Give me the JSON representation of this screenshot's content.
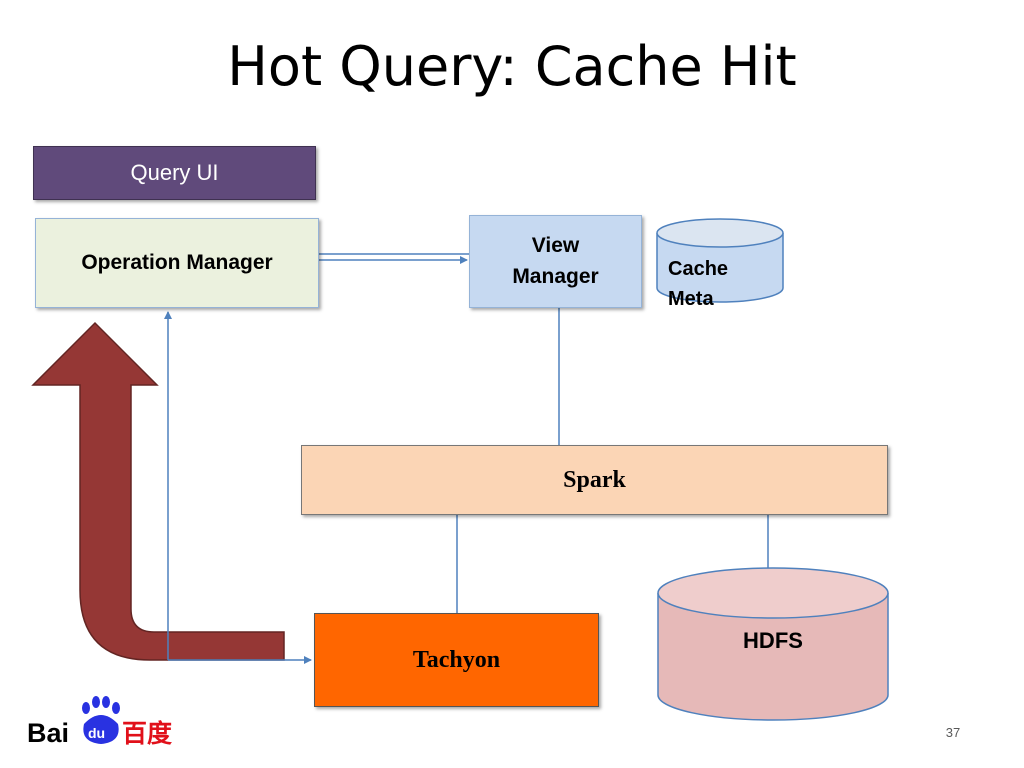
{
  "slide": {
    "title": "Hot Query: Cache Hit",
    "page_number": "37"
  },
  "nodes": {
    "query_ui": "Query UI",
    "operation_manager": "Operation Manager",
    "view_manager_line1": "View",
    "view_manager_line2": "Manager",
    "cache_meta_line1": "Cache",
    "cache_meta_line2": "Meta",
    "spark": "Spark",
    "tachyon": "Tachyon",
    "hdfs": "HDFS"
  },
  "logo": {
    "text_left": "Bai",
    "text_badge": "du",
    "text_right": "百度"
  },
  "colors": {
    "query_ui": "#604a7b",
    "operation_manager": "#ebf1de",
    "view_manager": "#c6d9f1",
    "cache_meta": "#c6d9f1",
    "spark": "#fbd5b5",
    "tachyon": "#ff6600",
    "hdfs": "#e6b9b8",
    "big_arrow": "#953735",
    "connector": "#4f81bd",
    "logo_red": "#e1101a",
    "logo_blue": "#2932e1"
  }
}
